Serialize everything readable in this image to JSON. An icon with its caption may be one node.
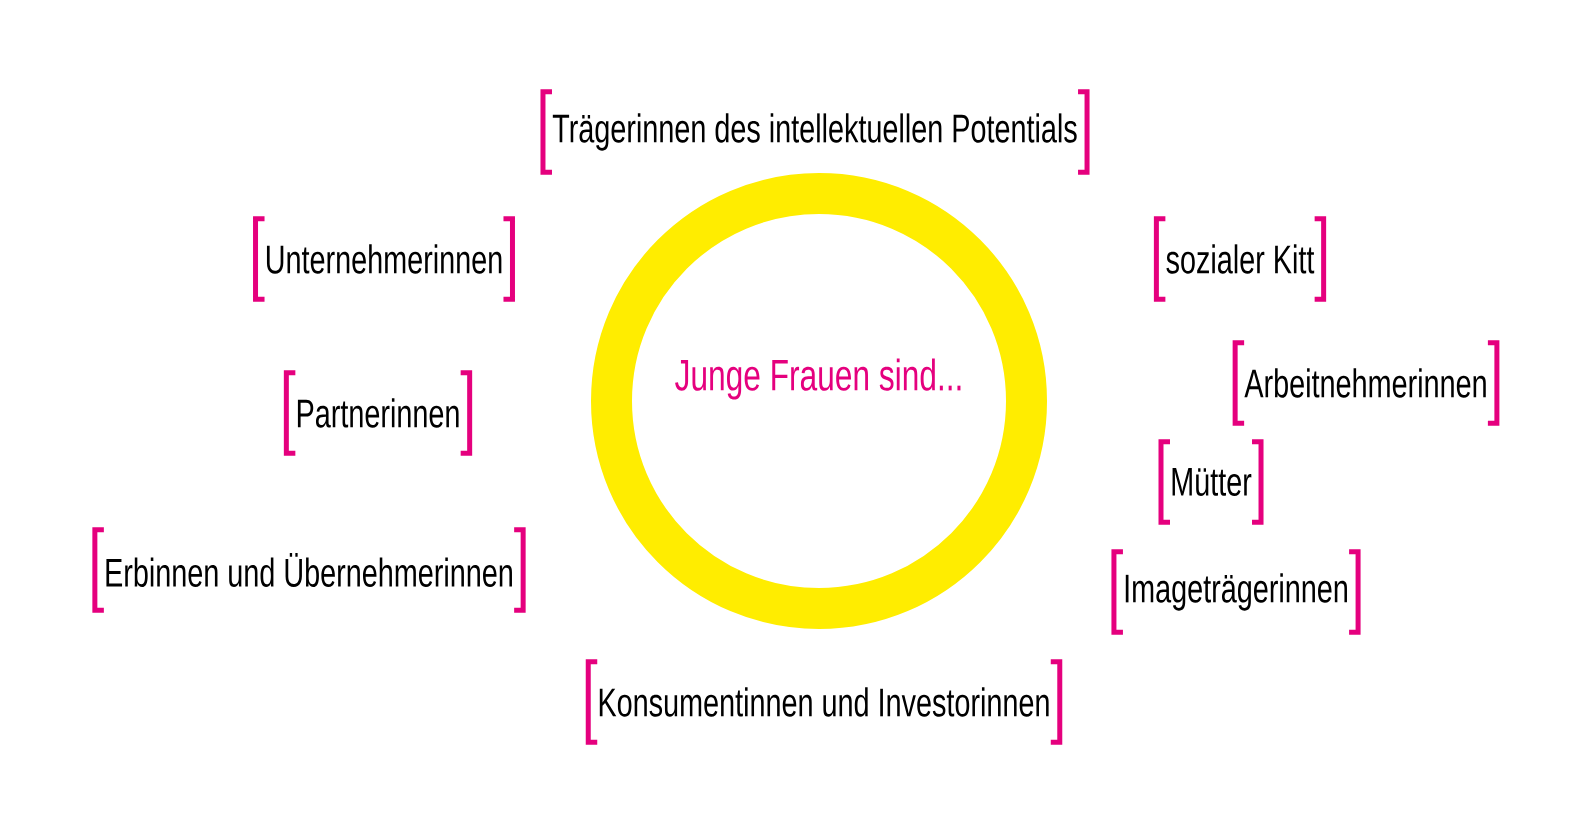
{
  "diagram": {
    "nodes": [
      {
        "text": [
          "Junge Frauen sind..."
        ]
      },
      {
        "text": [
          "Trägerinnen des intellektuellen Potentials"
        ]
      },
      {
        "text": [
          "Unternehmerinnen"
        ]
      },
      {
        "text": [
          "sozialer Kitt"
        ]
      },
      {
        "text": [
          "Arbeitnehmerinnen"
        ]
      },
      {
        "text": [
          "Partnerinnen"
        ]
      },
      {
        "text": [
          "Mütter"
        ]
      },
      {
        "text": [
          "Erbinnen und Übernehmerinnen"
        ]
      },
      {
        "text": [
          "Imageträgerinnen"
        ]
      },
      {
        "text": [
          "Konsumentinnen und Investorinnen"
        ]
      }
    ]
  }
}
